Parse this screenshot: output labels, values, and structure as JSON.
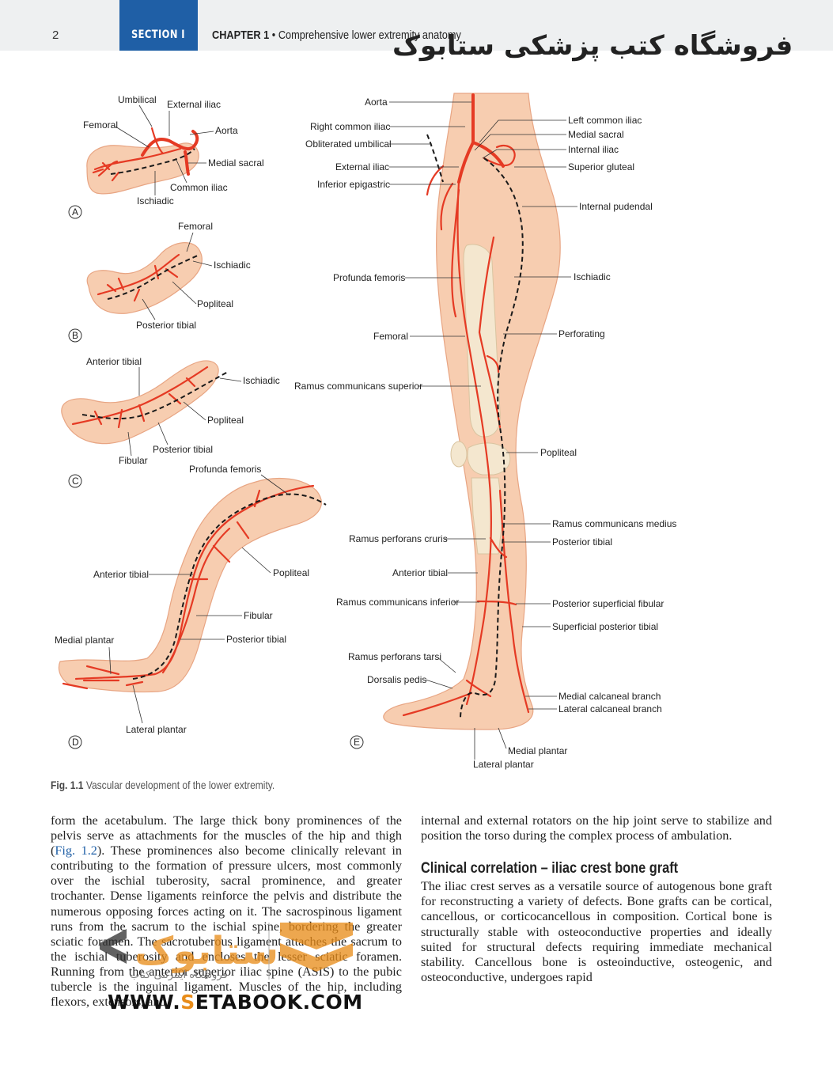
{
  "header": {
    "page_number": "2",
    "section": "SECTION I",
    "chapter": "CHAPTER 1",
    "bullet": "•",
    "chapter_title": "Comprehensive lower extremity anatomy",
    "watermark_persian": "فروشگاه کتب پزشکی ستابوک"
  },
  "figure": {
    "panels": {
      "a": "A",
      "b": "B",
      "c": "C",
      "d": "D",
      "e": "E"
    },
    "a": {
      "umbilical": "Umbilical",
      "external_iliac": "External iliac",
      "femoral": "Femoral",
      "aorta": "Aorta",
      "medial_sacral": "Medial sacral",
      "common_iliac": "Common iliac",
      "ischiadic": "Ischiadic"
    },
    "b": {
      "femoral": "Femoral",
      "ischiadic": "Ischiadic",
      "popliteal": "Popliteal",
      "posterior_tibial": "Posterior tibial"
    },
    "c": {
      "anterior_tibial": "Anterior tibial",
      "ischiadic": "Ischiadic",
      "popliteal": "Popliteal",
      "posterior_tibial": "Posterior tibial",
      "fibular": "Fibular"
    },
    "d": {
      "profunda_femoris": "Profunda femoris",
      "anterior_tibial": "Anterior tibial",
      "popliteal": "Popliteal",
      "fibular": "Fibular",
      "medial_plantar": "Medial plantar",
      "posterior_tibial": "Posterior tibial",
      "lateral_plantar": "Lateral plantar"
    },
    "e": {
      "aorta": "Aorta",
      "right_common_iliac": "Right common iliac",
      "obliterated_umbilical": "Obliterated umbilical",
      "external_iliac": "External iliac",
      "inferior_epigastric": "Inferior epigastric",
      "profunda_femoris": "Profunda femoris",
      "femoral": "Femoral",
      "ramus_communicans_superior": "Ramus communicans superior",
      "ramus_perforans_cruris": "Ramus perforans cruris",
      "anterior_tibial": "Anterior tibial",
      "ramus_communicans_inferior": "Ramus communicans inferior",
      "ramus_perforans_tarsi": "Ramus perforans tarsi",
      "dorsalis_pedis": "Dorsalis pedis",
      "left_common_iliac": "Left common iliac",
      "medial_sacral": "Medial sacral",
      "internal_iliac": "Internal iliac",
      "superior_gluteal": "Superior gluteal",
      "internal_pudendal": "Internal pudendal",
      "ischiadic": "Ischiadic",
      "perforating": "Perforating",
      "popliteal": "Popliteal",
      "ramus_communicans_medius": "Ramus communicans medius",
      "posterior_tibial": "Posterior tibial",
      "posterior_superficial_fibular": "Posterior superficial fibular",
      "superficial_posterior_tibial": "Superficial posterior tibial",
      "medial_calcaneal_branch": "Medial calcaneal branch",
      "lateral_calcaneal_branch": "Lateral calcaneal branch",
      "medial_plantar": "Medial plantar",
      "lateral_plantar": "Lateral plantar"
    },
    "caption_label": "Fig. 1.1",
    "caption_text": "Vascular development of the lower extremity."
  },
  "body": {
    "col1_before": "form the acetabulum. The large thick bony prominences of the pelvis serve as attachments for the muscles of the hip and thigh (",
    "col1_link": "Fig. 1.2",
    "col1_after": "). These prominences also become clinically relevant in contributing to the formation of pressure ulcers, most commonly over the ischial tuberosity, sacral prominence, and greater trochanter. Dense ligaments reinforce the pelvis and distribute the numerous opposing forces acting on it. The sacrospinous ligament runs from the sacrum to the ischial spine, bordering the greater sciatic foramen. The sacrotuberous ligament attaches the sacrum to the ischial tuberosity and encloses the lesser sciatic foramen. Running from the anterior superior iliac spine (ASIS) to the pubic tubercle is the inguinal ligament. Muscles of the hip, including flexors, extensors, and",
    "col2_intro": "internal and external rotators on the hip joint serve to stabilize and position the torso during the complex process of ambulation.",
    "heading": "Clinical correlation – iliac crest bone graft",
    "col2_para": "The iliac crest serves as a versatile source of autogenous bone graft for reconstructing a variety of defects. Bone grafts can be cortical, cancellous, or corticocancellous in composition. Cortical bone is structurally stable with osteoconductive properties and ideally suited for structural defects requiring immediate mechanical stability. Cancellous bone is osteoinductive, osteogenic, and osteoconductive, undergoes rapid"
  },
  "watermark": {
    "logo_text": "ستابوک",
    "logo_sub": "فروشگاه اینترنتی کتاب",
    "url_pre": "WWW.",
    "url_s": "S",
    "url_post": "ETABOOK.COM"
  },
  "colors": {
    "section_blue": "#1f5fa6",
    "artery_red": "#e53a24",
    "skin": "#f7cdb0",
    "skin_edge": "#e8a583",
    "watermark_orange": "#e88c1a"
  }
}
